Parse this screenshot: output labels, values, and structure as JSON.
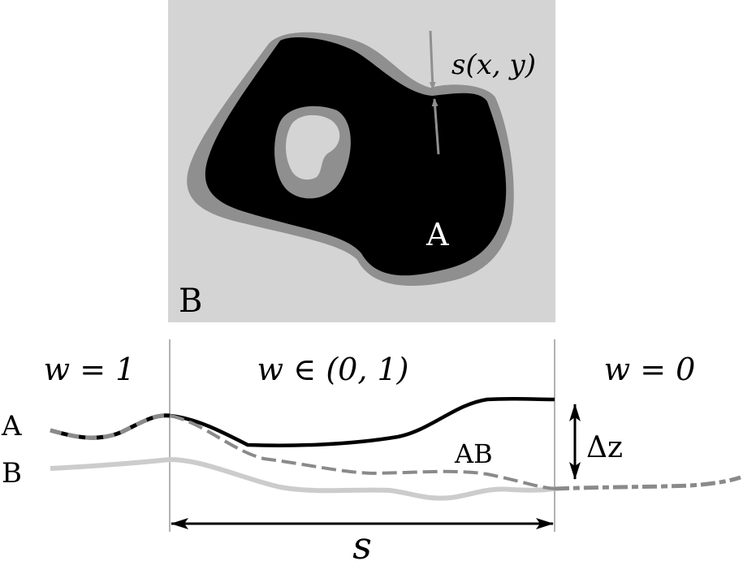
{
  "top_panel": {
    "label_b": "B",
    "label_a": "A",
    "offset_label": "s(x, y)"
  },
  "bottom_panel": {
    "region_left": "w = 1",
    "region_middle": "w ∈ (0, 1)",
    "region_right": "w = 0",
    "curve_a_label": "A",
    "curve_b_label": "B",
    "curve_ab_label": "AB",
    "delta_label": "Δz",
    "width_label": "s"
  },
  "colors": {
    "background_b": "#d4d4d4",
    "buffer_gray": "#8f8f8f",
    "region_a": "#000000",
    "curve_b": "#cccccc",
    "curve_ab": "#8a8a8a"
  }
}
